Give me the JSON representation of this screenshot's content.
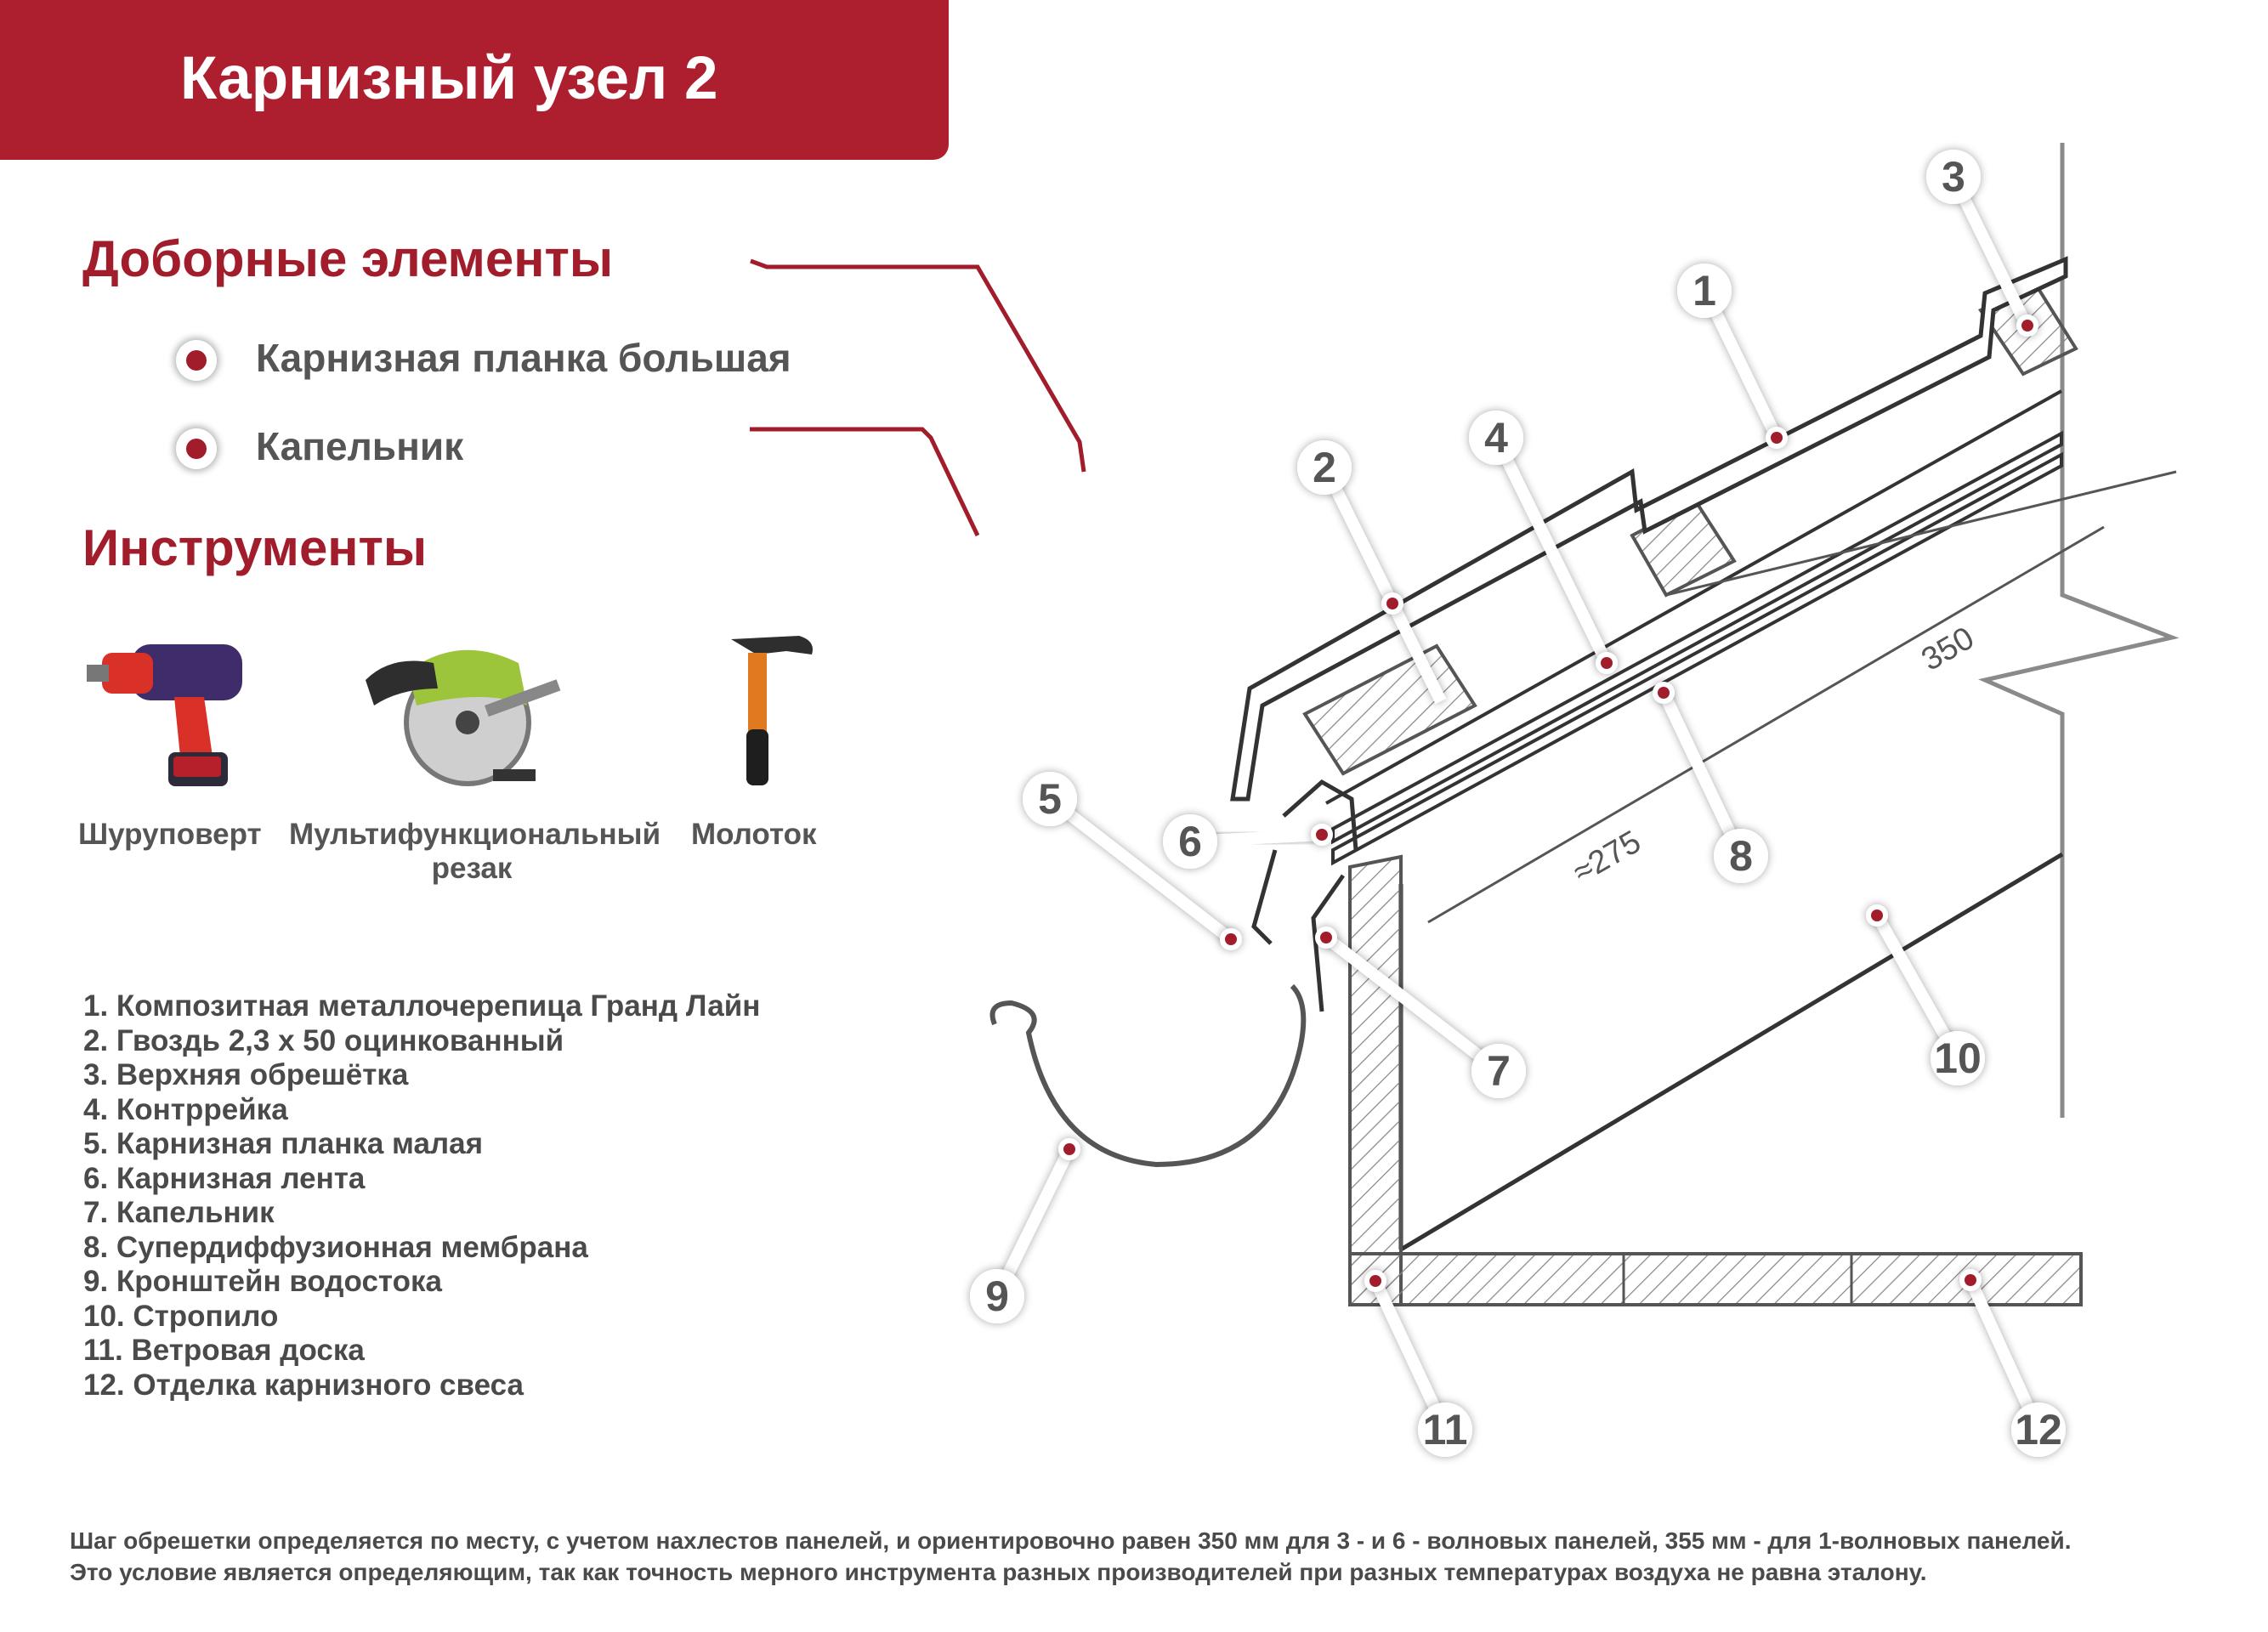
{
  "title": "Карнизный узел 2",
  "accessories": {
    "heading": "Доборные элементы",
    "items": [
      "Карнизная планка большая",
      "Капельник"
    ]
  },
  "tools": {
    "heading": "Инструменты",
    "items": [
      {
        "icon": "screwdriver-icon",
        "label": "Шуруповерт"
      },
      {
        "icon": "multi-cutter-icon",
        "label_line1": "Мультифункциональный",
        "label_line2": "резак"
      },
      {
        "icon": "hammer-icon",
        "label": "Молоток"
      }
    ]
  },
  "legend": [
    "1. Композитная металлочерепица Гранд Лайн",
    "2. Гвоздь 2,3 х 50 оцинкованный",
    "3. Верхняя обрешётка",
    "4. Контррейка",
    "5. Карнизная планка малая",
    "6. Карнизная лента",
    "7. Капельник",
    "8. Супердиффузионная мембрана",
    "9. Кронштейн водостока",
    "10. Стропило",
    "11. Ветровая доска",
    "12. Отделка карнизного свеса"
  ],
  "callouts": [
    "1",
    "2",
    "3",
    "4",
    "5",
    "6",
    "7",
    "8",
    "9",
    "10",
    "11",
    "12"
  ],
  "dimensions": {
    "upper": "350",
    "lower": "≈275"
  },
  "footnote": {
    "line1": "Шаг обрешетки определяется по месту, с учетом нахлестов панелей, и ориентировочно равен 350 мм для 3 - и 6 - волновых панелей, 355 мм - для 1-волновых панелей.",
    "line2": "Это условие является определяющим, так как точность мерного инструмента разных производителей при разных температурах воздуха не равна эталону."
  },
  "colors": {
    "accent": "#a11d2b",
    "banner": "#ad1f2f",
    "line": "#555555",
    "text": "#4a4a4a"
  }
}
